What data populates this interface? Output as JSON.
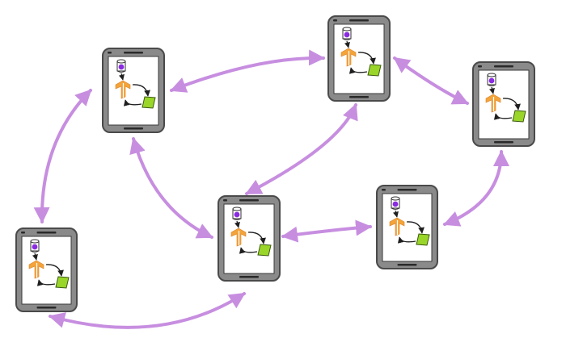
{
  "diagram": {
    "colors": {
      "link": "#c78ee0",
      "phone_body": "#8a8a8a",
      "phone_border": "#4a4a4a",
      "screen": "#ffffff",
      "db_fill": "#ffffff",
      "db_dot": "#8a2be2",
      "model_logo": "#f3a43a",
      "data_card": "#9ad62a",
      "arrow": "#1f1f1f"
    },
    "nodes": [
      {
        "id": "phone-1",
        "icon_names": [
          "database-icon",
          "model-logo-icon",
          "data-card-icon",
          "sync-arrows-icon"
        ]
      },
      {
        "id": "phone-2",
        "icon_names": [
          "database-icon",
          "model-logo-icon",
          "data-card-icon",
          "sync-arrows-icon"
        ]
      },
      {
        "id": "phone-3",
        "icon_names": [
          "database-icon",
          "model-logo-icon",
          "data-card-icon",
          "sync-arrows-icon"
        ]
      },
      {
        "id": "phone-4",
        "icon_names": [
          "database-icon",
          "model-logo-icon",
          "data-card-icon",
          "sync-arrows-icon"
        ]
      },
      {
        "id": "phone-5",
        "icon_names": [
          "database-icon",
          "model-logo-icon",
          "data-card-icon",
          "sync-arrows-icon"
        ]
      },
      {
        "id": "phone-6",
        "icon_names": [
          "database-icon",
          "model-logo-icon",
          "data-card-icon",
          "sync-arrows-icon"
        ]
      },
      {
        "id": "phone-7",
        "icon_names": [
          "database-icon",
          "model-logo-icon",
          "data-card-icon",
          "sync-arrows-icon"
        ]
      }
    ],
    "edges": [
      {
        "from": "phone-1",
        "to": "phone-4"
      },
      {
        "from": "phone-1",
        "to": "phone-2"
      },
      {
        "from": "phone-4",
        "to": "phone-5"
      },
      {
        "from": "phone-2",
        "to": "phone-5"
      },
      {
        "from": "phone-2",
        "to": "phone-3"
      },
      {
        "from": "phone-3",
        "to": "phone-6"
      },
      {
        "from": "phone-6",
        "to": "phone-7"
      },
      {
        "from": "phone-7",
        "to": "phone-3"
      },
      {
        "from": "phone-7",
        "to": "phone-5"
      }
    ]
  }
}
